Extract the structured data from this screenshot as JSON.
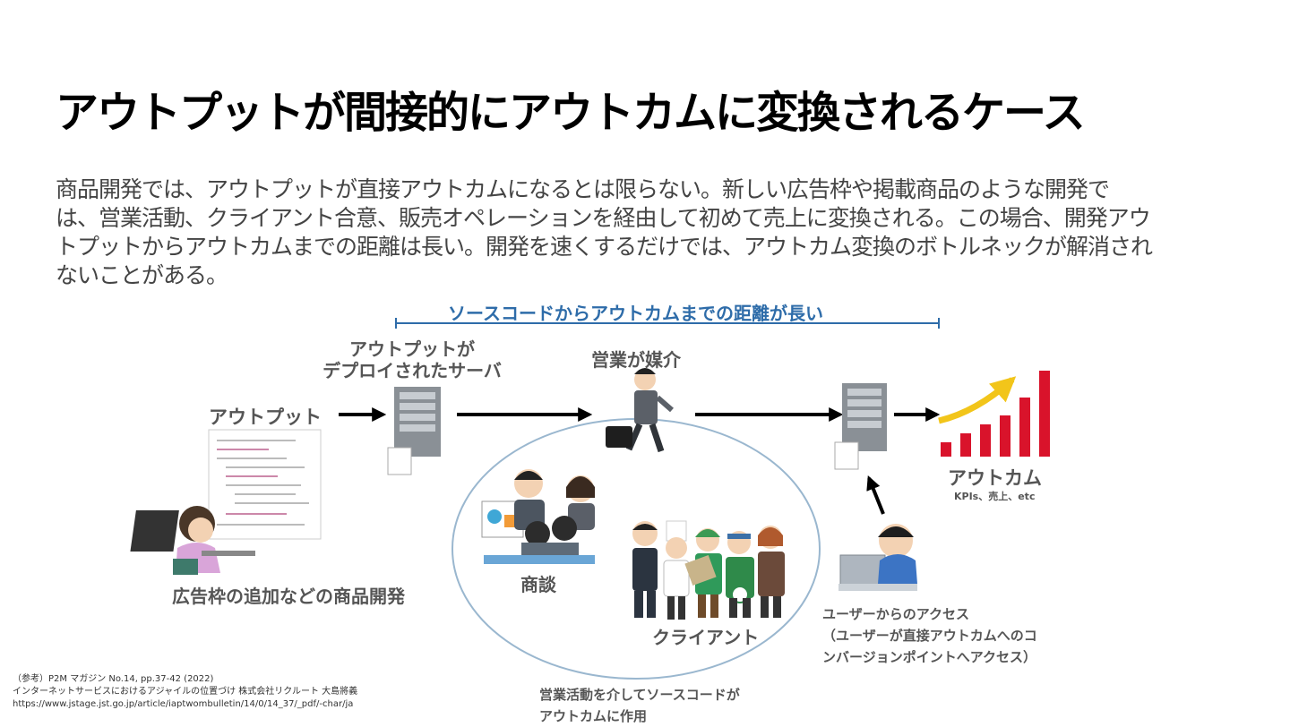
{
  "slide": {
    "title": "アウトプットが間接的にアウトカムに変換されるケース",
    "body_lines": [
      "商品開発では、アウトプットが直接アウトカムになるとは限らない。新しい広告枠や掲載商品のような開発で",
      "は、営業活動、クライアント合意、販売オペレーションを経由して初めて売上に変換される。この場合、開発アウ",
      "トプットからアウトカムまでの距離は長い。開発を速くするだけでは、アウトカム変換のボトルネックが解消され",
      "ないことがある。"
    ]
  },
  "diagram": {
    "range_label": "ソースコードからアウトカムまでの距離が長い",
    "output_label": "アウトプット",
    "server_label_line1": "アウトプットが",
    "server_label_line2": "デプロイされたサーバ",
    "sales_label": "営業が媒介",
    "outcome_label": "アウトカム",
    "outcome_sub": "KPIs、売上、etc",
    "dev_label": "広告枠の追加などの商品開発",
    "negotiation_label": "商談",
    "client_label": "クライアント",
    "user_access_line1": "ユーザーからのアクセス",
    "user_access_line2": "（ユーザーが直接アウトカムへのコ",
    "user_access_line3": "ンバージョンポイントへアクセス）",
    "sales_effect_line1": "営業活動を介してソースコードが",
    "sales_effect_line2": "アウトカムに作用",
    "colors": {
      "accent_blue": "#2e6ca9",
      "bar_red": "#d9132b",
      "arrow_yellow": "#f2c51a",
      "ellipse": "#9ab7cf"
    }
  },
  "reference": {
    "line1": "（参考）P2M マガジン No.14, pp.37-42 (2022)",
    "line2": "インターネットサービスにおけるアジャイルの位置づけ 株式会社リクルート 大島將義",
    "line3": "https://www.jstage.jst.go.jp/article/iaptwombulletin/14/0/14_37/_pdf/-char/ja"
  }
}
